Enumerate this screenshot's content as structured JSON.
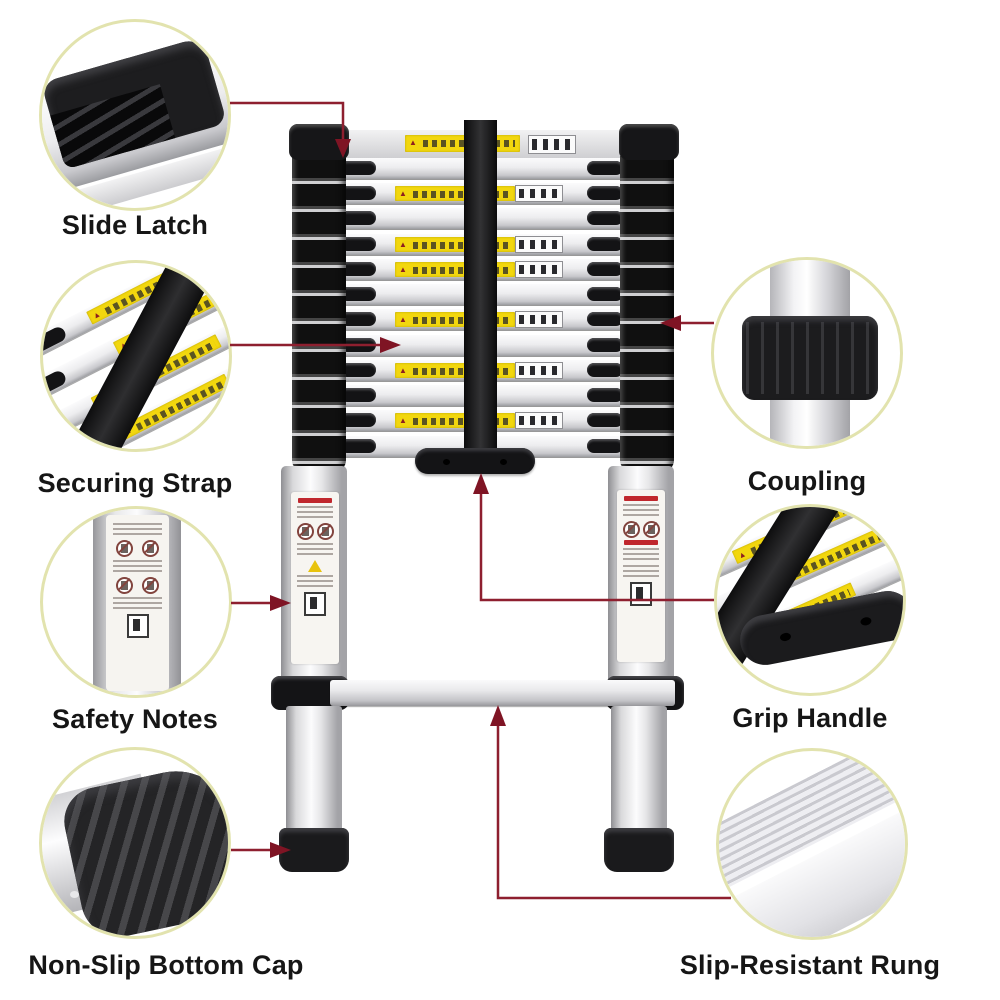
{
  "figure": {
    "type": "annotated-product-diagram",
    "subject": "Telescopic extension ladder (collapsed)",
    "collapsed_rung_count": 13
  },
  "colors": {
    "background": "#ffffff",
    "callout_ring": "#e2e3ae",
    "arrow": "#8e1f2f",
    "label_text": "#161616",
    "warning_label_yellow": "#f2d70e",
    "ladder_black": "#161618"
  },
  "callouts": [
    {
      "id": "slide-latch",
      "label": "Slide Latch",
      "side": "left"
    },
    {
      "id": "securing-strap",
      "label": "Securing Strap",
      "side": "left"
    },
    {
      "id": "safety-notes",
      "label": "Safety Notes",
      "side": "left"
    },
    {
      "id": "non-slip-bottom-cap",
      "label": "Non-Slip Bottom Cap",
      "side": "left"
    },
    {
      "id": "coupling",
      "label": "Coupling",
      "side": "right"
    },
    {
      "id": "grip-handle",
      "label": "Grip Handle",
      "side": "right"
    },
    {
      "id": "slip-resistant-rung",
      "label": "Slip-Resistant Rung",
      "side": "right"
    }
  ]
}
